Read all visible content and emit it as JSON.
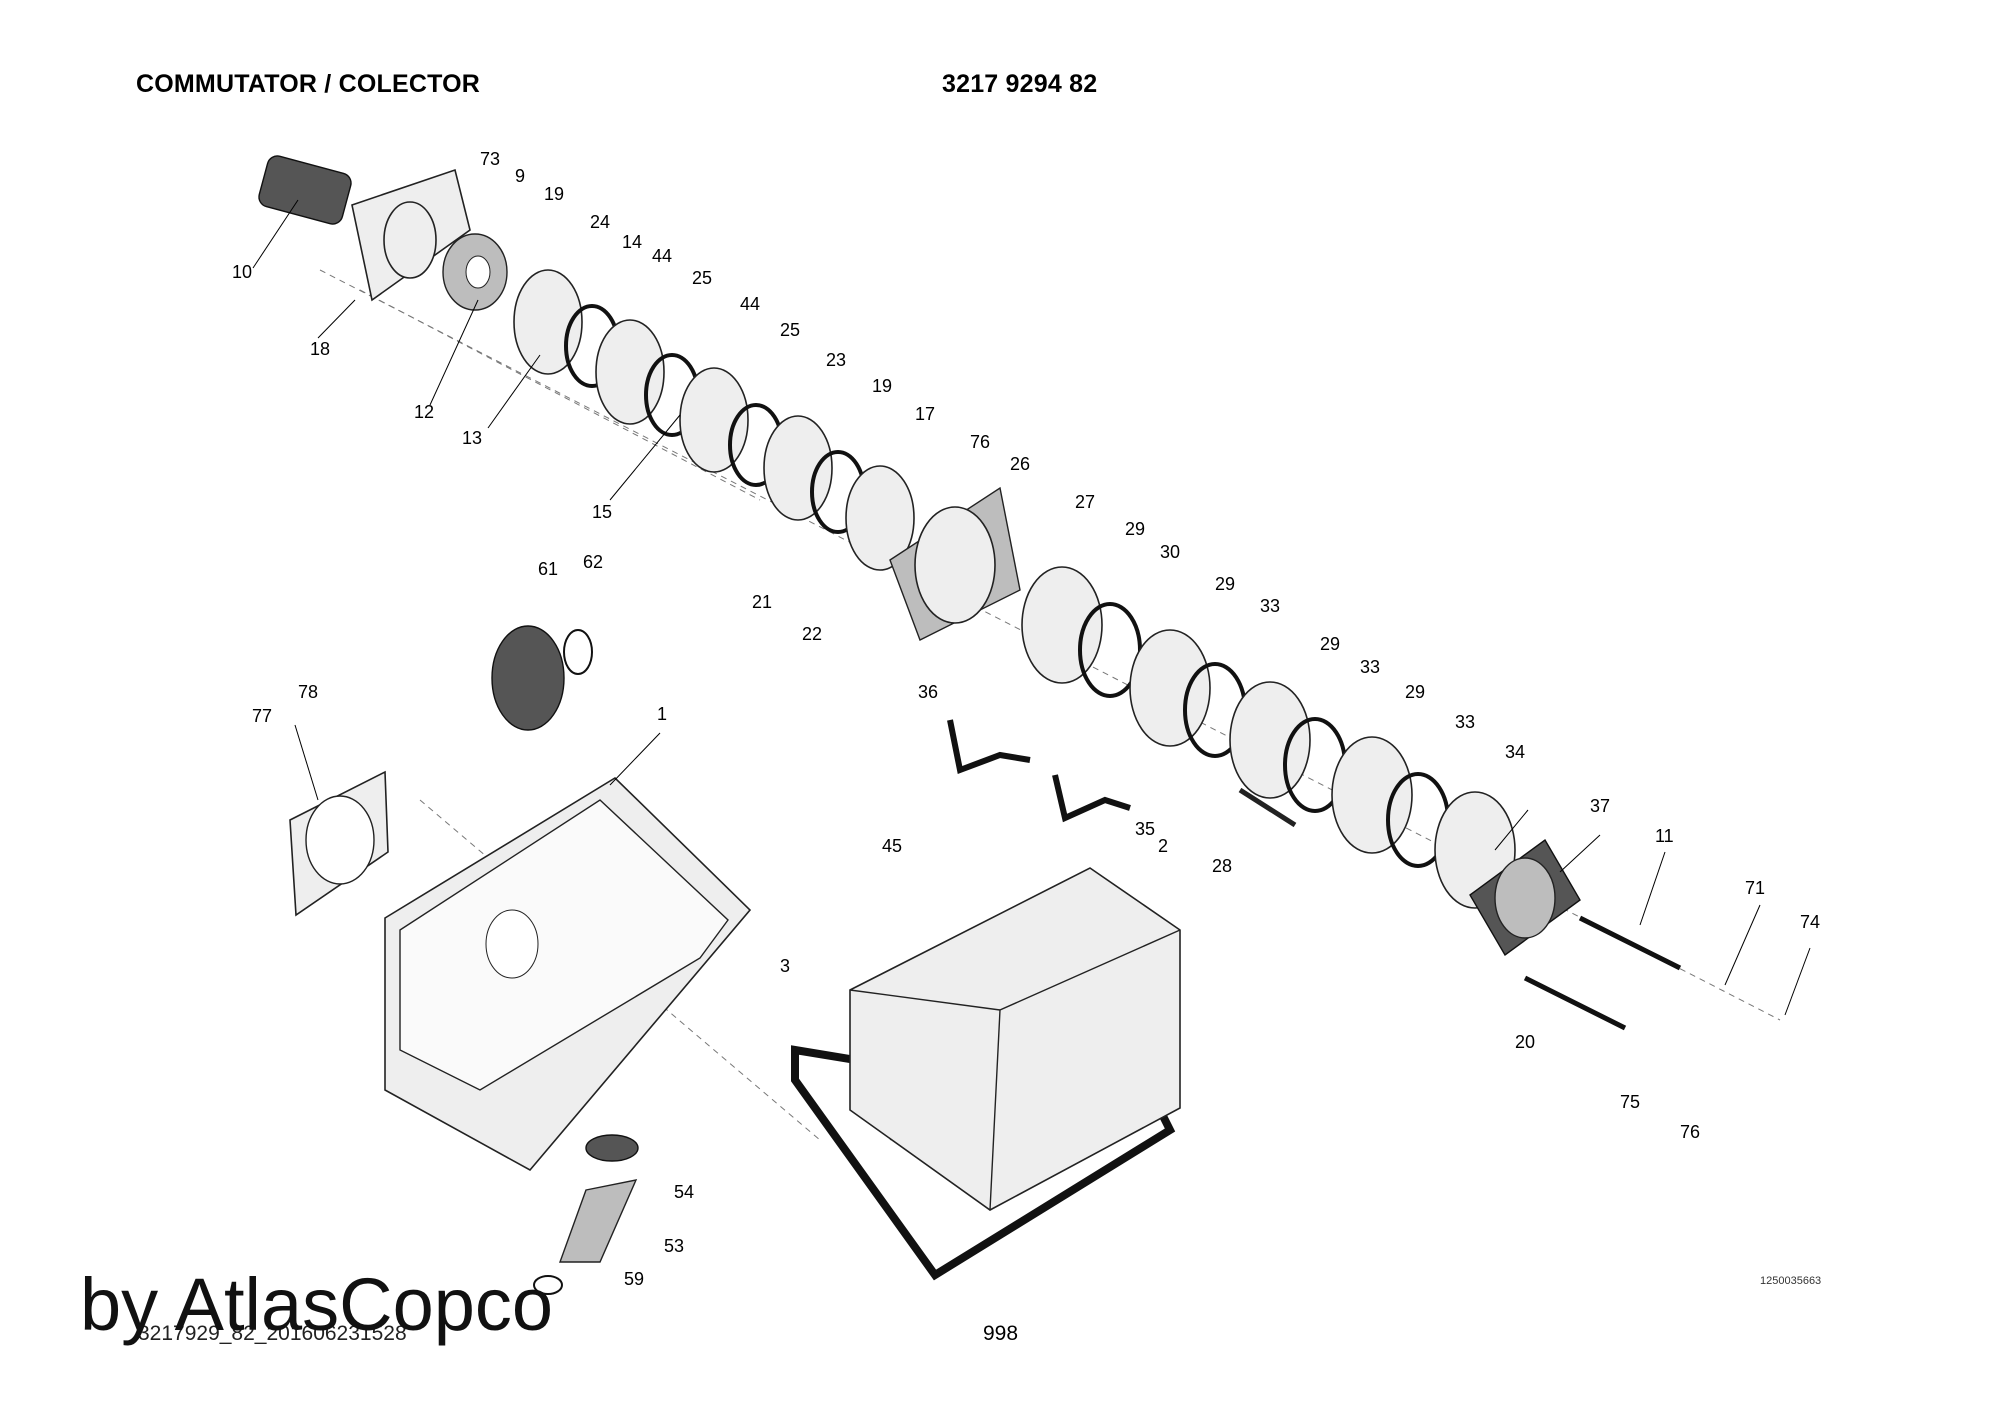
{
  "header": {
    "title": "COMMUTATOR / COLECTOR",
    "part_number": "3217 9294 82"
  },
  "callouts": [
    "73",
    "9",
    "19",
    "24",
    "14",
    "44",
    "25",
    "44",
    "25",
    "23",
    "19",
    "17",
    "76",
    "26",
    "27",
    "29",
    "30",
    "29",
    "33",
    "29",
    "33",
    "29",
    "33",
    "34",
    "37",
    "11",
    "71",
    "74",
    "10",
    "18",
    "12",
    "13",
    "15",
    "21",
    "22",
    "61",
    "62",
    "36",
    "45",
    "35",
    "2",
    "28",
    "78",
    "77",
    "1",
    "3",
    "20",
    "75",
    "76",
    "54",
    "53",
    "59"
  ],
  "footer": {
    "file_ref": "3217929_82_201606231528",
    "page_number": "998",
    "drawing_id": "1250035663"
  },
  "watermark": "by AtlasCopco"
}
